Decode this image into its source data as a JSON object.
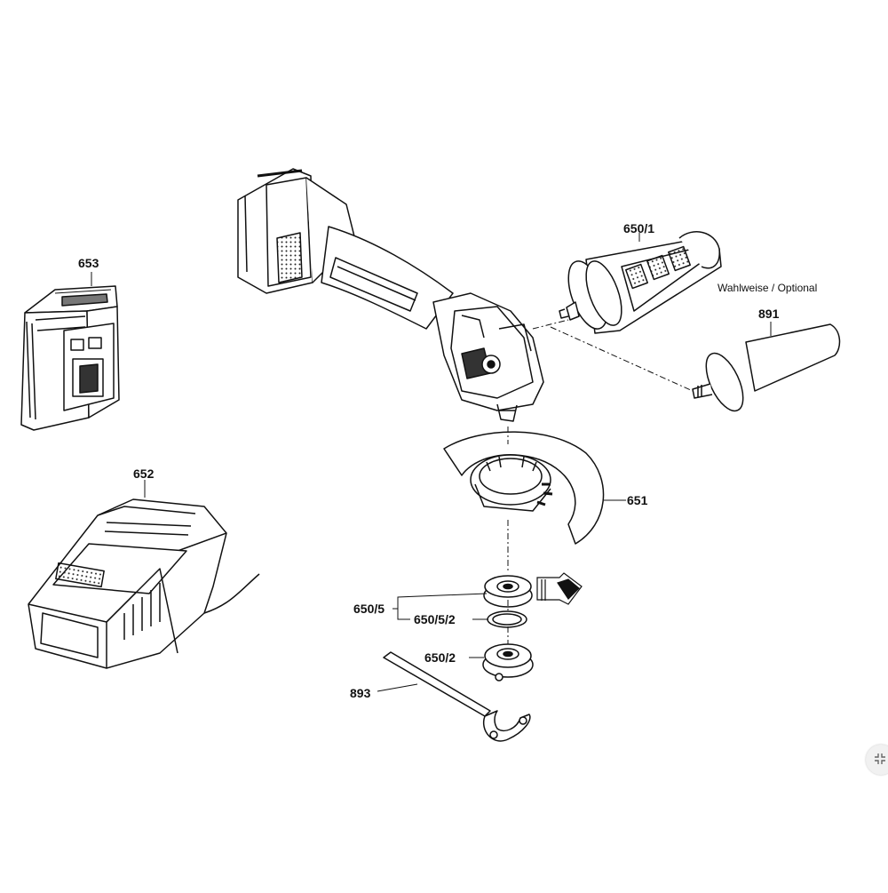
{
  "labels": {
    "p653": "653",
    "p652": "652",
    "p650_1": "650/1",
    "p891": "891",
    "p651": "651",
    "p650_5": "650/5",
    "p650_5_2": "650/5/2",
    "p650_2": "650/2",
    "p893": "893"
  },
  "note_optional": "Wahlweise / Optional",
  "icons": {
    "expand": "expand-icon"
  }
}
